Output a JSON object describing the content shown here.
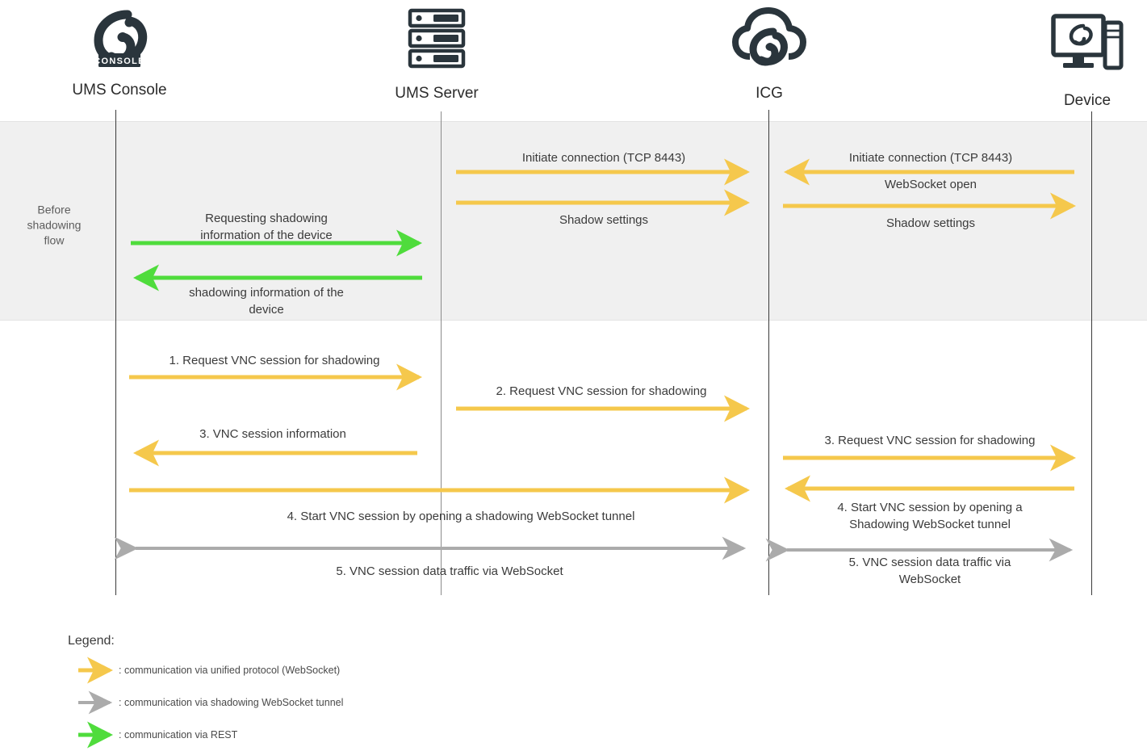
{
  "colors": {
    "unified_protocol": "#F5C84C",
    "shadowing_tunnel": "#ABABAB",
    "rest": "#4FDC3C",
    "lifeline": "#3a3a3a",
    "band": "#f0f0f0",
    "icon": "#2a353c"
  },
  "actors": [
    {
      "id": "ums-console",
      "label": "UMS Console",
      "icon": "ums-console-logo-icon"
    },
    {
      "id": "ums-server",
      "label": "UMS Server",
      "icon": "server-rack-icon"
    },
    {
      "id": "icg",
      "label": "ICG",
      "icon": "cloud-gateway-icon"
    },
    {
      "id": "device",
      "label": "Device",
      "icon": "desktop-device-icon"
    }
  ],
  "phase_band": {
    "label": "Before\nshadowing\nflow"
  },
  "messages": {
    "before": [
      {
        "id": "initiate-connection-server",
        "label": "Initiate connection (TCP 8443)",
        "kind": "unified_protocol",
        "direction": "right"
      },
      {
        "id": "shadow-settings-server",
        "label": "Shadow settings",
        "kind": "unified_protocol",
        "direction": "right"
      },
      {
        "id": "initiate-connection-device",
        "label": "Initiate connection (TCP 8443)",
        "kind": "unified_protocol",
        "direction": "left"
      },
      {
        "id": "websocket-open",
        "label": "WebSocket open",
        "kind": "unified_protocol",
        "direction": "right"
      },
      {
        "id": "shadow-settings-device",
        "label": "Shadow settings",
        "kind": "unified_protocol",
        "direction": "right"
      },
      {
        "id": "requesting-shadowing-info",
        "label": "Requesting shadowing\ninformation of the device",
        "kind": "rest",
        "direction": "right"
      },
      {
        "id": "shadowing-info-response",
        "label": "shadowing information of the\ndevice",
        "kind": "rest",
        "direction": "left"
      }
    ],
    "flow": [
      {
        "id": "step-1",
        "label": "1.   Request VNC session for shadowing",
        "kind": "unified_protocol",
        "direction": "right"
      },
      {
        "id": "step-2",
        "label": "2.   Request VNC session for shadowing",
        "kind": "unified_protocol",
        "direction": "right"
      },
      {
        "id": "step-3-console",
        "label": "3.   VNC session information",
        "kind": "unified_protocol",
        "direction": "left"
      },
      {
        "id": "step-3-device",
        "label": "3.   Request VNC session for shadowing",
        "kind": "unified_protocol",
        "direction": "right"
      },
      {
        "id": "step-4-console",
        "label": "4.   Start VNC session by opening a shadowing WebSocket tunnel",
        "kind": "unified_protocol",
        "direction": "right"
      },
      {
        "id": "step-4-device",
        "label": "4.   Start VNC session by opening a\nShadowing WebSocket tunnel",
        "kind": "unified_protocol",
        "direction": "left"
      },
      {
        "id": "step-5-console",
        "label": "5.   VNC session data traffic via WebSocket",
        "kind": "shadowing_tunnel",
        "direction": "both"
      },
      {
        "id": "step-5-device",
        "label": "5.   VNC session data traffic via\nWebSocket",
        "kind": "shadowing_tunnel",
        "direction": "both"
      }
    ]
  },
  "legend": {
    "title": "Legend:",
    "items": [
      {
        "id": "legend-unified",
        "kind": "unified_protocol",
        "text": ": communication via unified protocol (WebSocket)"
      },
      {
        "id": "legend-shadowing",
        "kind": "shadowing_tunnel",
        "text": ": communication via shadowing WebSocket tunnel"
      },
      {
        "id": "legend-rest",
        "kind": "rest",
        "text": ": communication via REST"
      }
    ]
  }
}
